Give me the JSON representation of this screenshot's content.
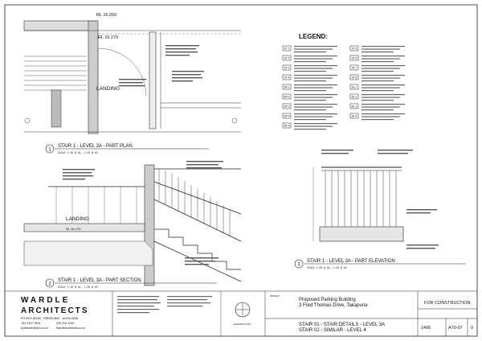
{
  "plan": {
    "rl_top": "RL 16.250",
    "rl_mid": "RL 16.270",
    "landing_label": "LANDING",
    "title": "STAIR 1 - LEVEL 3A - PART PLAN",
    "scale": "SCALE 1:20 @ A1, 1:40 @ A3",
    "bubble": "1"
  },
  "section": {
    "landing_label": "LANDING",
    "rl": "RL 16.270",
    "title": "STAIR 1 - LEVEL 3A - PART SECTION",
    "scale": "SCALE 1:20 @ A1, 1:40 @ A3",
    "bubble": "2"
  },
  "elevation": {
    "title": "STAIR 1 - LEVEL 3A - PART ELEVATION",
    "scale": "SCALE 1:20 @ A1, 1:40 @ A3",
    "bubble": "3"
  },
  "legend": {
    "title": "LEGEND:",
    "items_left": [
      "ST-1",
      "ST-2",
      "ST-3",
      "ST-4",
      "BP-1",
      "BP-2",
      "BP-3",
      "BP-4",
      "BP-5"
    ],
    "items_right": [
      "ST-5",
      "ST-6",
      "ST-7",
      "ST-8",
      "BL-1",
      "BL-2",
      "BL-3",
      "BL-4"
    ]
  },
  "title_block": {
    "logo_line1": "WARDLE",
    "logo_line2": "ARCHITECTS",
    "address": "PO BOX 80185 · GREEN BAY · AUCKLAND",
    "phone": "+64 9 817 5611",
    "mobile": "(09) 302 1249",
    "email": "ArWardle@xtra.co.nz",
    "web": "Wardlearchitects.co.nz",
    "project_label": "PROJECT",
    "project_name": "Proposed Parking Building",
    "project_address": "3 Fred Thomas Drive, Takapuna",
    "sheet_title_1": "STAIR 01 - STAIR DETAILS - LEVEL 3A",
    "sheet_title_2": "STAIR 02 - SIMILAR - LEVEL 4",
    "status": "FOR CONSTRUCTION",
    "job_no": "1406",
    "drawing_no": "A70-07",
    "revision": "0",
    "elevation_key": "ELEVATION KEY"
  }
}
